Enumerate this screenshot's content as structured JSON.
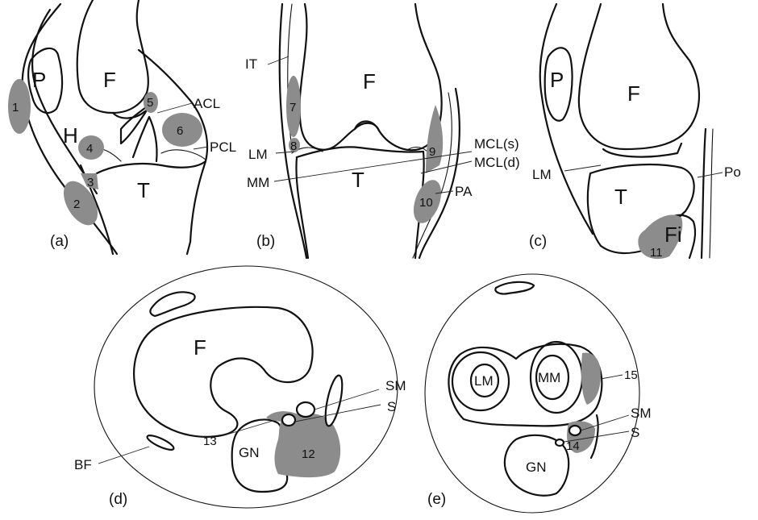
{
  "figure": {
    "colors": {
      "ink": "#111111",
      "shade": "#8c8c8c",
      "background": "#ffffff"
    },
    "panels": {
      "a": {
        "panel_label": "(a)",
        "structures": {
          "patella": "P",
          "femur": "F",
          "hoffa": "H",
          "tibia": "T",
          "acl": "ACL",
          "pcl": "PCL"
        },
        "regions": [
          "1",
          "2",
          "3",
          "4",
          "5",
          "6"
        ]
      },
      "b": {
        "panel_label": "(b)",
        "structures": {
          "it_band": "IT",
          "femur": "F",
          "lateral_meniscus": "LM",
          "medial_meniscus": "MM",
          "tibia": "T",
          "mcl_superficial": "MCL(s)",
          "mcl_deep": "MCL(d)",
          "pes_anserinus": "PA"
        },
        "regions": [
          "7",
          "8",
          "9",
          "10"
        ]
      },
      "c": {
        "panel_label": "(c)",
        "structures": {
          "patella": "P",
          "femur": "F",
          "lateral_meniscus": "LM",
          "tibia": "T",
          "popliteus": "Po",
          "fibula": "Fi"
        },
        "regions": [
          "11"
        ]
      },
      "d": {
        "panel_label": "(d)",
        "structures": {
          "femur": "F",
          "semimembranosus": "SM",
          "sartorius": "S",
          "biceps_femoris": "BF",
          "gastrocnemius": "GN"
        },
        "regions": [
          "12",
          "13"
        ]
      },
      "e": {
        "panel_label": "(e)",
        "structures": {
          "lateral_meniscus": "LM",
          "medial_meniscus": "MM",
          "semimembranosus": "SM",
          "sartorius": "S",
          "gastrocnemius": "GN"
        },
        "regions": [
          "14",
          "15"
        ]
      }
    }
  }
}
